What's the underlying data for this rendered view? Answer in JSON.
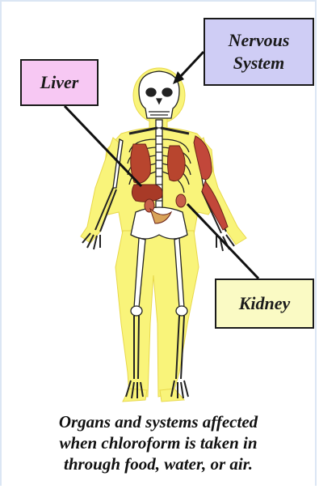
{
  "labels": {
    "liver": "Liver",
    "nervous_line1": "Nervous",
    "nervous_line2": "System",
    "kidney": "Kidney"
  },
  "caption": {
    "line1": "Organs and systems affected",
    "line2": "when chloroform is taken in",
    "line3": "through food, water, or  air."
  },
  "colors": {
    "body_fill": "#f9f47a",
    "liver_box": "#f7c8f3",
    "nervous_box": "#cfcdf5",
    "kidney_box": "#fafac4",
    "organs": "#b8452e",
    "muscle": "#c2473a"
  }
}
